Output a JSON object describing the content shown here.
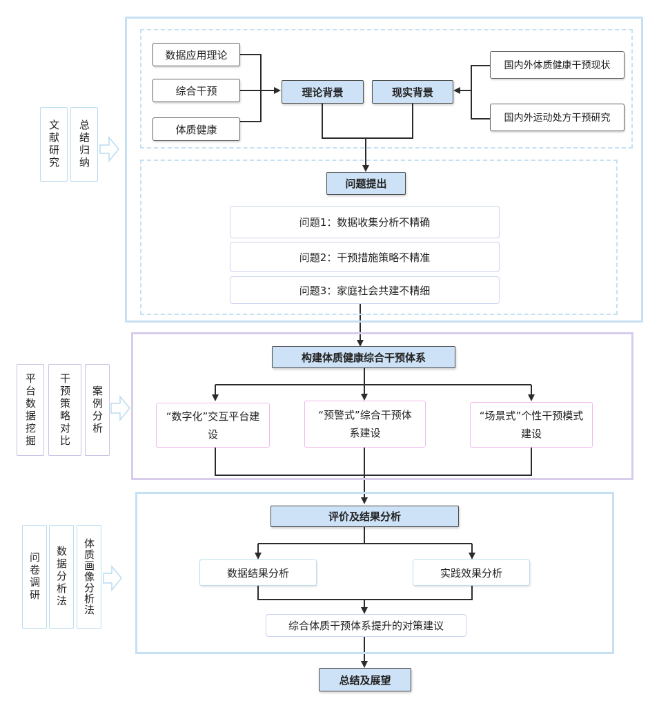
{
  "stage1": {
    "methods": [
      "文献研究",
      "总结归纳"
    ],
    "left_topics": [
      "数据应用理论",
      "综合干预",
      "体质健康"
    ],
    "theory_background": "理论背景",
    "reality_background": "现实背景",
    "right_topics": [
      "国内外体质健康干预现状",
      "国内外运动处方干预研究"
    ],
    "problem_header": "问题提出",
    "problems": [
      "问题1：数据收集分析不精确",
      "问题2：干预措施策略不精准",
      "问题3：家庭社会共建不精细"
    ]
  },
  "stage2": {
    "methods": [
      "平台数据挖掘",
      "干预策略对比",
      "案例分析"
    ],
    "header": "构建体质健康综合干预体系",
    "items": [
      "“数字化”交互平台建设",
      "“预警式”综合干预体系建设",
      "“场景式”个性干预模式建设"
    ]
  },
  "stage3": {
    "methods": [
      "问卷调研",
      "数据分析法",
      "体质画像分析法"
    ],
    "header": "评价及结果分析",
    "analysis": [
      "数据结果分析",
      "实践效果分析"
    ],
    "suggestion": "综合体质干预体系提升的对策建议"
  },
  "final": "总结及展望",
  "colors": {
    "section_blue": "#c6e0f3",
    "section_purple": "#d8ccec",
    "header_fill": "#cde2f6",
    "item_pink": "#f0b8ea"
  }
}
